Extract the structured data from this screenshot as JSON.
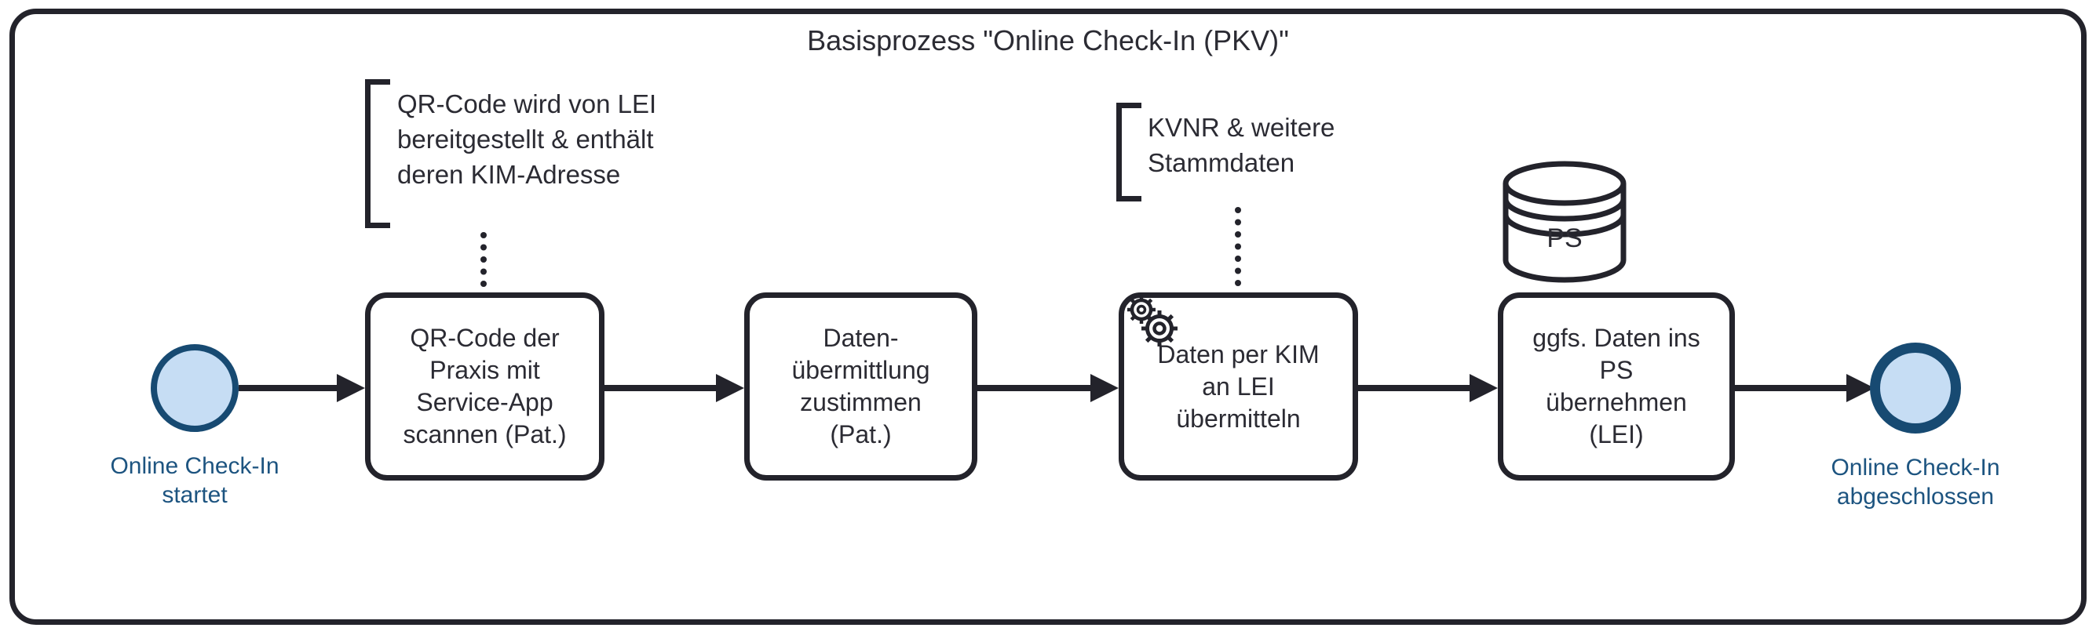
{
  "diagram": {
    "title": "Basisprozess \"Online Check-In (PKV)\"",
    "start_event": {
      "label": "Online Check-In\nstartet"
    },
    "end_event": {
      "label": "Online Check-In\nabgeschlossen"
    },
    "tasks": [
      {
        "id": "scan-qr",
        "type": "task",
        "label": "QR-Code der\nPraxis mit\nService-App\nscannen (Pat.)"
      },
      {
        "id": "consent",
        "type": "task",
        "label": "Daten-\nübermittlung\nzustimmen\n(Pat.)"
      },
      {
        "id": "send-kim",
        "type": "service-task",
        "label": "Daten per KIM\nan LEI\nübermitteln",
        "icon": "gears-icon"
      },
      {
        "id": "import-ps",
        "type": "task",
        "label": "ggfs. Daten ins\nPS\nübernehmen\n(LEI)"
      }
    ],
    "annotations": [
      {
        "attached_to": "scan-qr",
        "text": "QR-Code wird von LEI\nbereitgestellt & enthält\nderen KIM-Adresse"
      },
      {
        "attached_to": "send-kim",
        "text": "KVNR & weitere\nStammdaten"
      }
    ],
    "data_store": {
      "label": "PS",
      "attached_to": "import-ps",
      "icon": "database-cylinder-icon"
    },
    "colors": {
      "ink": "#23232b",
      "event_fill": "#c6ddf4",
      "event_border": "#174a72",
      "event_label_text": "#1d5480"
    }
  }
}
